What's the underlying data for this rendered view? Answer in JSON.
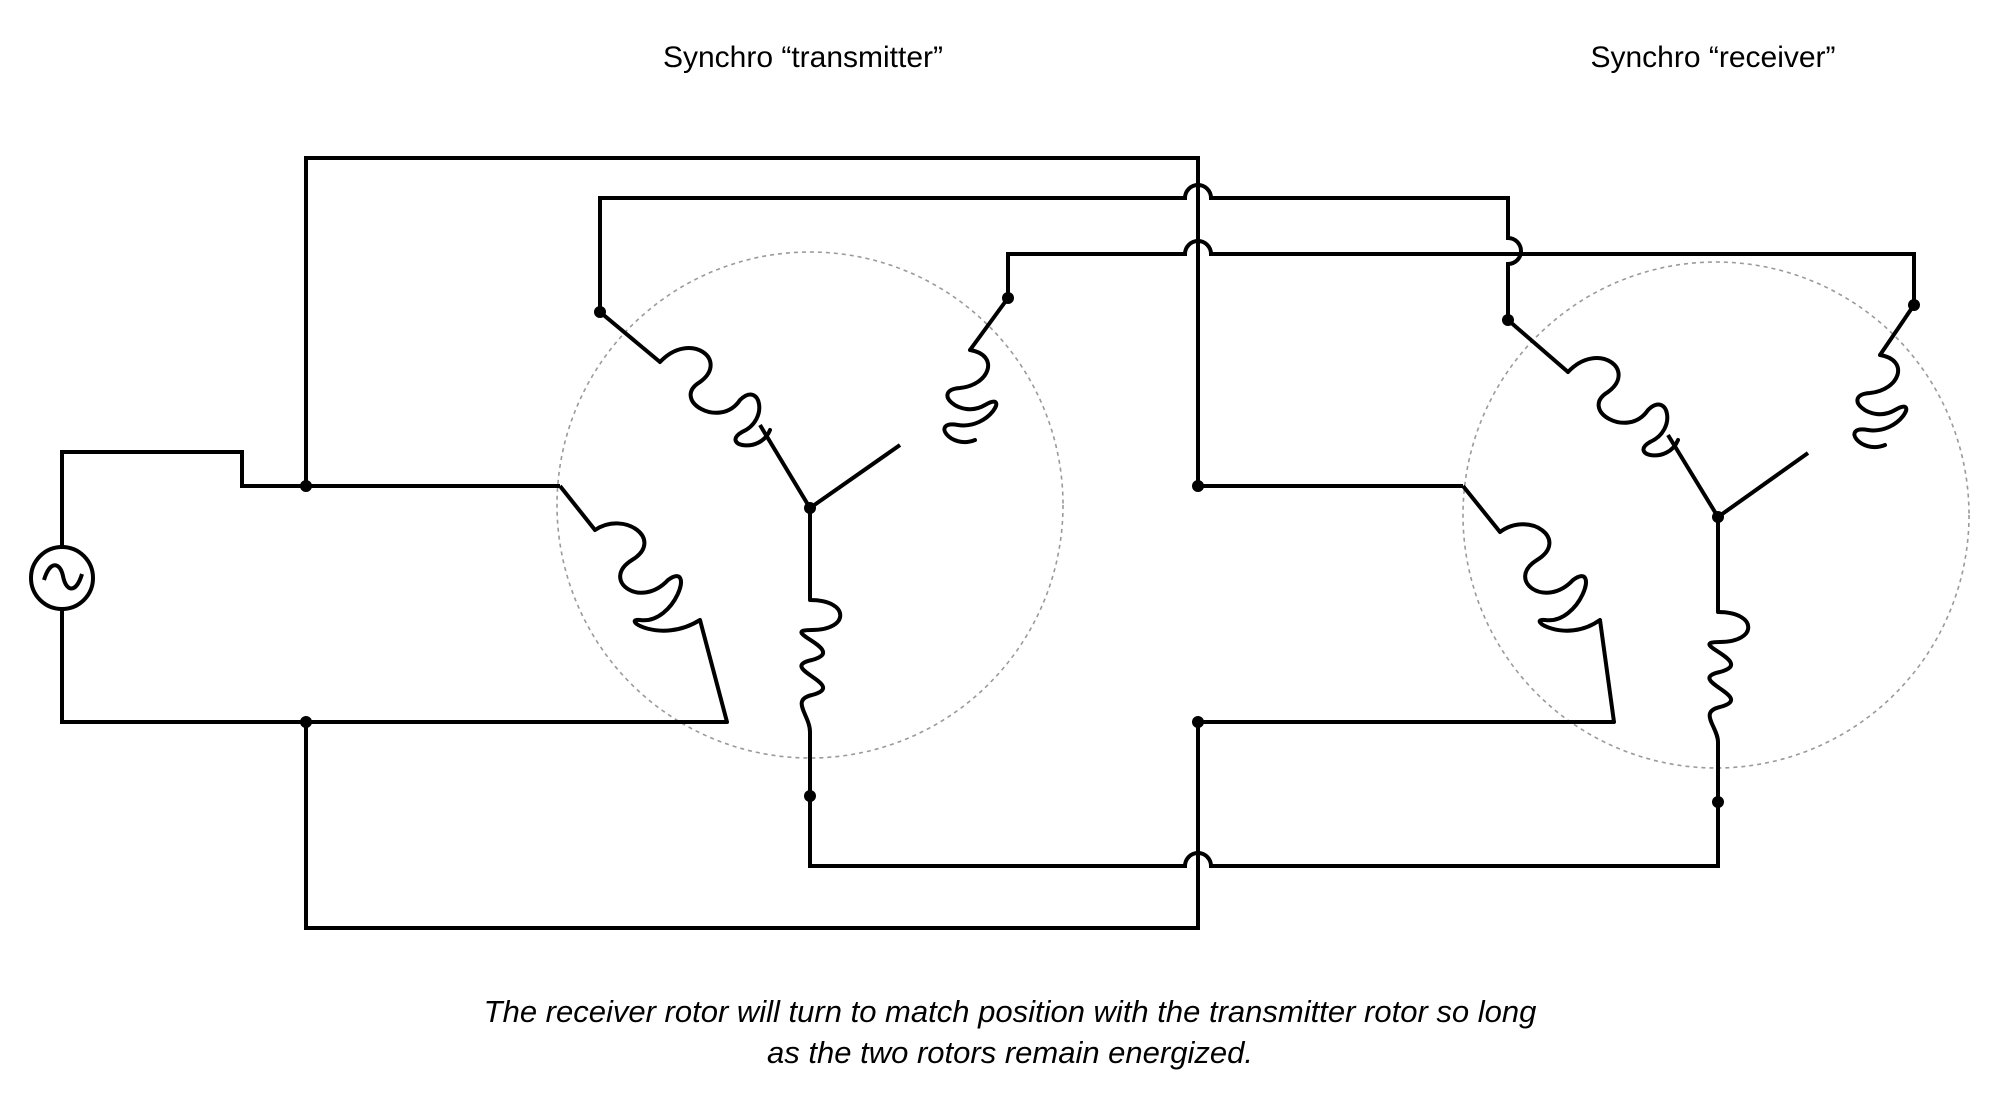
{
  "labels": {
    "transmitter": "Synchro “transmitter”",
    "receiver": "Synchro “receiver”"
  },
  "caption": {
    "line1": "The receiver rotor will turn to match position with the transmitter rotor so long",
    "line2": "as the two rotors remain energized."
  },
  "icons": {
    "source": "ac-voltage-source-icon"
  }
}
